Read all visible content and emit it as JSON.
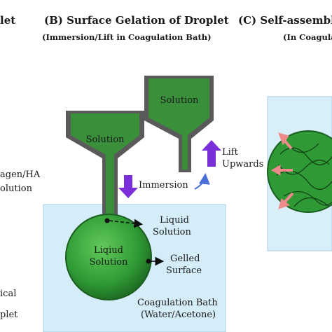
{
  "panel_a": {
    "title_fragment": "let",
    "label_1_line1": "agen/HA",
    "label_1_line2": "olution",
    "label_2_line1": "ical",
    "label_2_line2": "plet"
  },
  "panel_b": {
    "title": "(B) Surface Gelation of Droplet",
    "subtitle": "(Immersion/Lift in Coagulation Bath)",
    "nozzle_left_label": "Solution",
    "nozzle_right_label": "Solution",
    "lift_line1": "Lift",
    "lift_line2": "Upwards",
    "immersion": "Immersion",
    "liquid_solution_line1": "Liquid",
    "liquid_solution_line2": "Solution",
    "droplet_line1": "Liqiud",
    "droplet_line2": "Solution",
    "gelled_line1": "Gelled",
    "gelled_line2": "Surface",
    "bath_line1": "Coagulation Bath",
    "bath_line2": "(Water/Acetone)"
  },
  "panel_c": {
    "title": "(C) Self-assembly-",
    "subtitle": "(In Coagula"
  },
  "colors": {
    "solution_green": "#3a8f3a",
    "bath_blue": "#d4edf8",
    "arrow_purple": "#7b2fd9",
    "arrow_red": "#f08a8a"
  }
}
